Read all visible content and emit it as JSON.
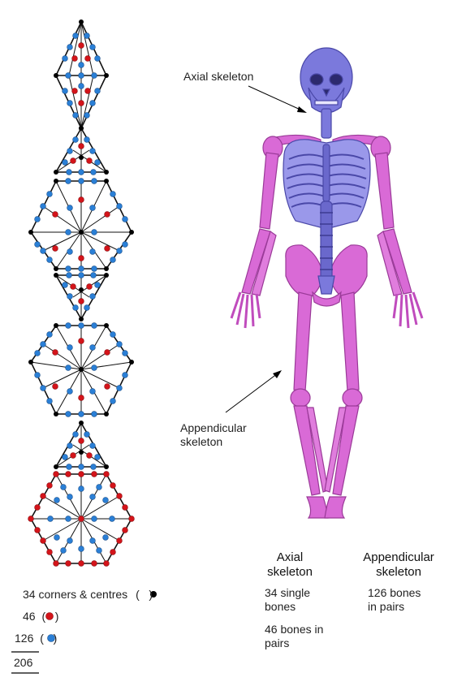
{
  "labels": {
    "axial_skeleton": "Axial skeleton",
    "appendicular_skeleton": "Appendicular skeleton"
  },
  "table": {
    "axial_header": "Axial skeleton",
    "appendicular_header": "Appendicular skeleton",
    "axial_single": "34 single bones",
    "axial_pairs": "46 bones in pairs",
    "appendicular_pairs": "126 bones in pairs"
  },
  "legend": {
    "black_count": "34",
    "black_text": "corners & centres",
    "red_count": "46",
    "blue_count": "126",
    "total": "206"
  },
  "colors": {
    "black_dot": "#000000",
    "red_dot": "#d4141a",
    "blue_dot": "#2a7fd6",
    "axial_bone": "#7b79dc",
    "appendicular_bone": "#d96ad6"
  }
}
